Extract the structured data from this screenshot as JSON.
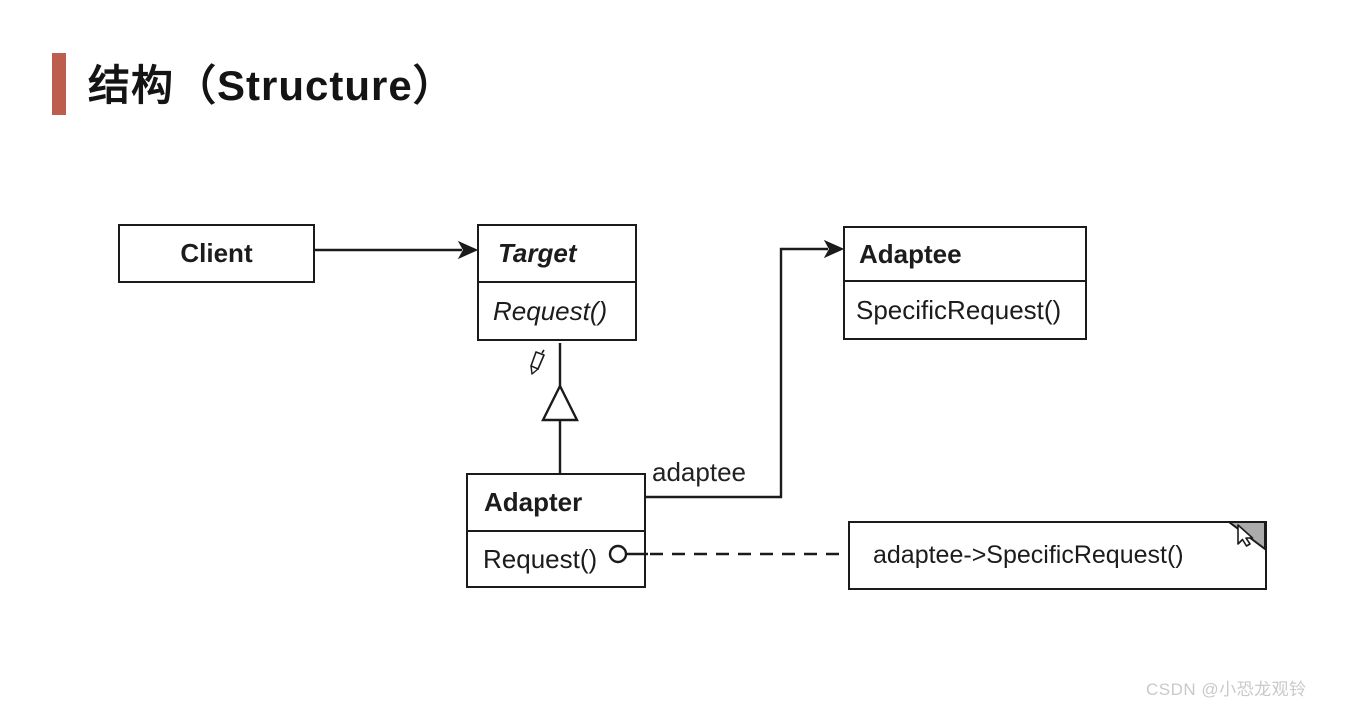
{
  "header": {
    "title": "结构（Structure）",
    "accent_color": "#bd5d4e"
  },
  "diagram": {
    "classes": {
      "client": {
        "name": "Client"
      },
      "target": {
        "name": "Target",
        "method": "Request()"
      },
      "adaptee": {
        "name": "Adaptee",
        "method": "SpecificRequest()"
      },
      "adapter": {
        "name": "Adapter",
        "method": "Request()"
      }
    },
    "labels": {
      "adaptee_role": "adaptee"
    },
    "note": {
      "text": "adaptee->SpecificRequest()"
    },
    "colors": {
      "line": "#1b1b1b",
      "note_fold_gray": "#ababab"
    }
  },
  "watermark": {
    "text": "CSDN @小恐龙观铃",
    "color": "#c9c9c9"
  }
}
